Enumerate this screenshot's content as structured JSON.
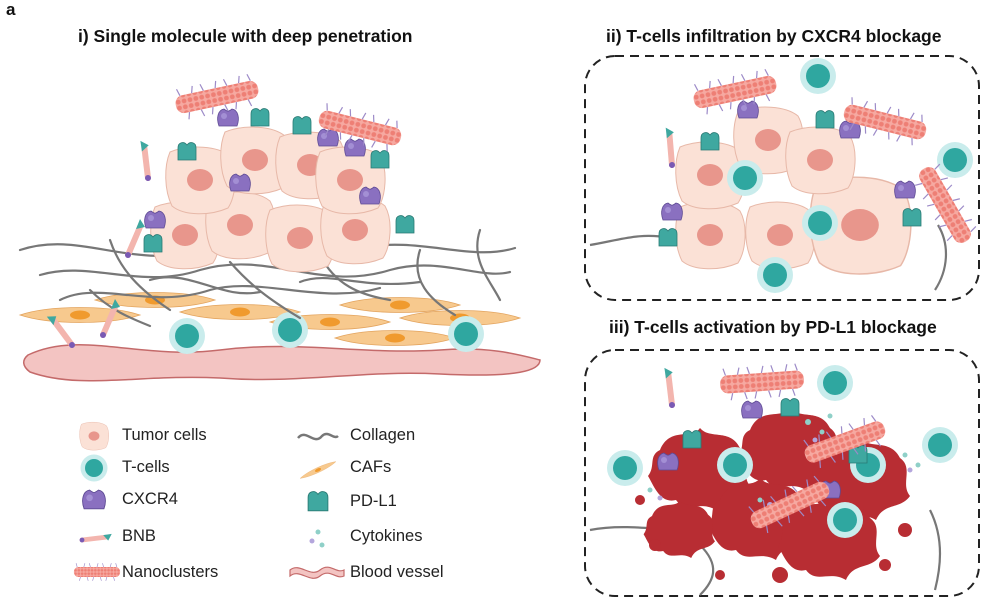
{
  "panel_letter": "a",
  "panels": {
    "p1": {
      "title": "i) Single molecule with deep penetration"
    },
    "p2": {
      "title": "ii) T-cells infiltration by CXCR4 blockage"
    },
    "p3": {
      "title": "iii) T-cells activation by PD-L1 blockage"
    }
  },
  "legend": {
    "tumor": "Tumor cells",
    "tcell": "T-cells",
    "cxcr4": "CXCR4",
    "bnb": "BNB",
    "nano": "Nanoclusters",
    "collagen": "Collagen",
    "cafs": "CAFs",
    "pdl1": "PD-L1",
    "cytokines": "Cytokines",
    "vessel": "Blood vessel"
  },
  "colors": {
    "tumor_fill": "#fbe1d6",
    "tumor_nucleus": "#e8968c",
    "tcell_outer": "#bfe6e6",
    "tcell_inner": "#2fa7a0",
    "cxcr4": "#8a70c0",
    "pdl1": "#3fa8a0",
    "caf_fill": "#f7c98e",
    "caf_nucleus": "#f09a2e",
    "vessel_fill": "#f3c4c2",
    "vessel_stroke": "#c46a6a",
    "collagen": "#777777",
    "dead_cell": "#b82d33",
    "nano": "#f28c83"
  }
}
